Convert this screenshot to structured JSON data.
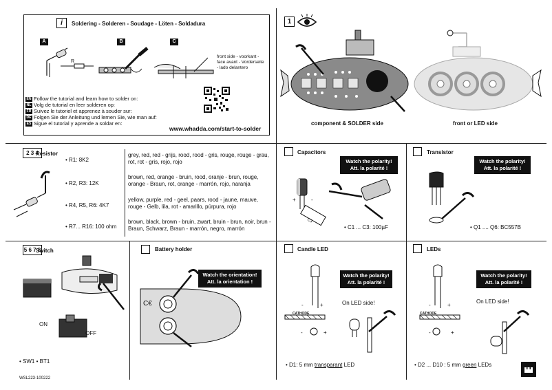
{
  "soldering": {
    "icon_label": "i",
    "title": "Soldering - Solderen - Soudage - Löten - Soldadura",
    "step_labels": [
      "A",
      "B",
      "C"
    ],
    "resistor_label": "R",
    "side_note": [
      "front side - voorkant -",
      "face avant - Vorderseite",
      "- lado delantero"
    ],
    "instructions": [
      {
        "lang": "EN",
        "text": "Follow the tutorial and learn how to solder on:"
      },
      {
        "lang": "NL",
        "text": "Volg de tutorial en leer solderen op:"
      },
      {
        "lang": "FR",
        "text": "Suivez le tutoriel et apprenez à souder sur:"
      },
      {
        "lang": "DE",
        "text": "Folgen Sie der Anleitung und lernen Sie, wie man auf:"
      },
      {
        "lang": "ES",
        "text": "Sigue el tutorial y aprende a soldar en:"
      }
    ],
    "url": "www.whadda.com/start-to-solder"
  },
  "step1": {
    "number": "1",
    "caption_left": "component & SOLDER side",
    "caption_right": "front or LED side"
  },
  "resistor": {
    "number": "2 3 4",
    "title": "Resistor",
    "rows": [
      {
        "label": "• R1: 8K2",
        "colors": "grey, red, red - grijs, rood, rood - gris, rouge, rouge - grau, rot, rot - gris, rojo, rojo"
      },
      {
        "label": "• R2, R3: 12K",
        "colors": "brown, red, orange - bruin, rood, oranje - brun, rouge, orange - Braun, rot, orange - marrón, rojo, naranja"
      },
      {
        "label": "• R4, R5, R6: 4K7",
        "colors": "yellow, purple, red - geel, paars, rood - jaune, mauve, rouge - Gelb, lila, rot - amarillo, púrpura, rojo"
      },
      {
        "label": "• R7... R16: 100 ohm",
        "colors": "brown, black, brown - bruin, zwart, bruin - brun, noir, brun - Braun, Schwarz, Braun - marrón, negro, marrón"
      }
    ]
  },
  "capacitors": {
    "title": "Capacitors",
    "warning": [
      "Watch the polarity!",
      "Att. la polarité !"
    ],
    "plus": "+",
    "minus": "-",
    "part_text": "C3",
    "caption": "• C1 ... C3: 100µF"
  },
  "transistor": {
    "title": "Transistor",
    "warning": [
      "Watch the polarity!",
      "Att. la polarité !"
    ],
    "caption": "• Q1 .... Q6: BC557B"
  },
  "switch": {
    "number": "5 6 7 8",
    "title": "Switch",
    "on": "ON",
    "off": "OFF",
    "caption": "• SW1 • BT1",
    "code": "WSL223-100222"
  },
  "battery": {
    "title": "Battery holder",
    "warning": [
      "Watch the orientation!",
      "Att. la orientation !"
    ]
  },
  "candle_led": {
    "title": "Candle LED",
    "warning": [
      "Watch the polarity!",
      "Att. la polarité !"
    ],
    "led_side": "On LED side!",
    "cathode": "CATHODE",
    "minus": "-",
    "plus": "+",
    "caption_prefix": "• D1: 5 mm ",
    "caption_underlined": "transparant",
    "caption_suffix": " LED"
  },
  "leds": {
    "title": "LEDs",
    "warning": [
      "Watch the polarity!",
      "Att. la polarité !"
    ],
    "led_side": "On LED side!",
    "cathode": "CATHODE",
    "minus": "-",
    "plus": "+",
    "caption_prefix": "• D2 ... D10 : 5 mm ",
    "caption_underlined": "green",
    "caption_suffix": " LEDs"
  }
}
